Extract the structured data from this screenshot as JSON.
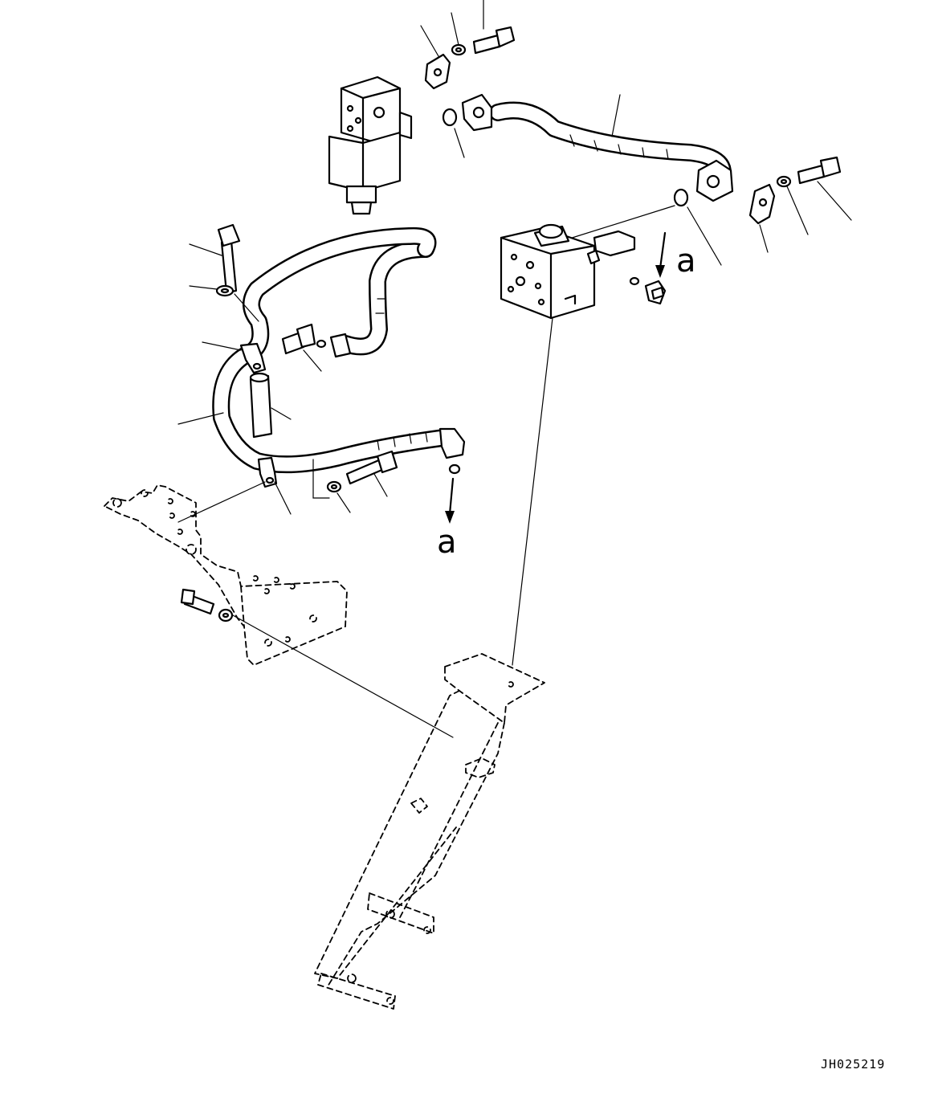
{
  "diagram": {
    "reference_labels": [
      "a",
      "a"
    ],
    "drawing_code": "JH025219"
  }
}
